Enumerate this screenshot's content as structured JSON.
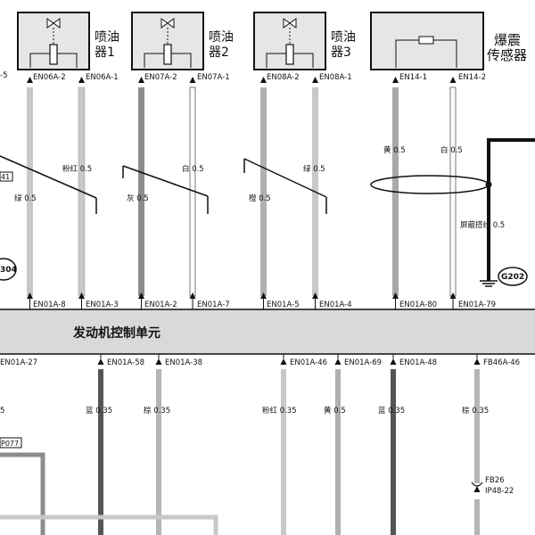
{
  "injectors": [
    {
      "name_line1": "喷油",
      "name_line2": "器1",
      "pin_a": "EN06A-2",
      "pin_b": "EN06A-1"
    },
    {
      "name_line1": "喷油",
      "name_line2": "器2",
      "pin_a": "EN07A-2",
      "pin_b": "EN07A-1"
    },
    {
      "name_line1": "喷油",
      "name_line2": "器3",
      "pin_a": "EN08A-2",
      "pin_b": "EN08A-1"
    }
  ],
  "knock_sensor": {
    "name_line1": "爆震",
    "name_line2": "传感器",
    "pin_a": "EN14-1",
    "pin_b": "EN14-2"
  },
  "left_edge": {
    "pin_partial": "-5",
    "connector_partial": "41",
    "ground_partial": "304"
  },
  "upper_wires": {
    "inj1_a": "绿 0.5",
    "inj1_b": "粉红 0.5",
    "inj2_a": "灰 0.5",
    "inj2_b": "白 0.5",
    "inj3_a": "橙 0.5",
    "inj3_b": "绿 0.5",
    "ks_a": "黄 0.5",
    "ks_b": "白 0.5",
    "shield": "屏蔽搭线 0.5"
  },
  "ground": {
    "label": "G202"
  },
  "ecu": {
    "title": "发动机控制单元",
    "top_pins": [
      "EN01A-8",
      "EN01A-3",
      "EN01A-2",
      "EN01A-7",
      "EN01A-5",
      "EN01A-4",
      "EN01A-80",
      "EN01A-79"
    ],
    "bottom_pins": [
      "EN01A-27",
      "EN01A-58",
      "EN01A-38",
      "EN01A-46",
      "EN01A-69",
      "EN01A-48",
      "FB46A-46"
    ]
  },
  "lower_wires": {
    "w1": "蓝 0.35",
    "w2": "棕 0.35",
    "w3": "粉红 0.35",
    "w4": "黄 0.5",
    "w5": "蓝 0.35",
    "w6": "棕 0.35",
    "left_partial": "5"
  },
  "lower_connector": {
    "left_label": "P077",
    "fb_label": "FB26",
    "ip_label": "IP48-22"
  },
  "colors": {
    "wire_light": "#c8c8c8",
    "wire_mid": "#8c8c8c",
    "wire_dark": "#555555",
    "wire_black": "#111111",
    "ecu_fill": "#d9d9d9",
    "box_fill": "#e6e6e6"
  }
}
